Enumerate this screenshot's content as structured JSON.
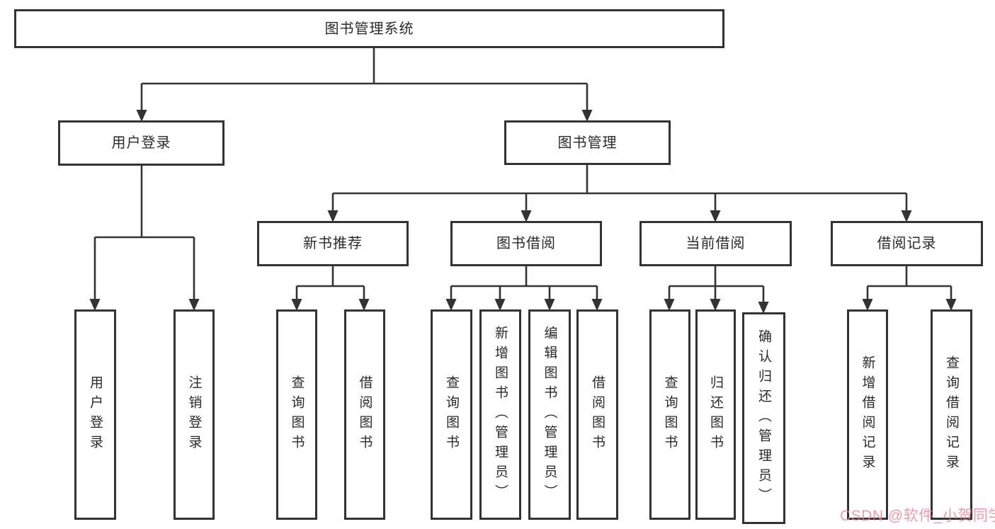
{
  "tree": {
    "root": {
      "label": "图书管理系统",
      "children": [
        {
          "label": "用户登录",
          "children": [
            {
              "label": "用户登录"
            },
            {
              "label": "注销登录"
            }
          ]
        },
        {
          "label": "图书管理",
          "children": [
            {
              "label": "新书推荐",
              "children": [
                {
                  "label": "查询图书"
                },
                {
                  "label": "借阅图书"
                }
              ]
            },
            {
              "label": "图书借阅",
              "children": [
                {
                  "label": "查询图书"
                },
                {
                  "label": "新增图书（管理员）"
                },
                {
                  "label": "编辑图书（管理员）"
                },
                {
                  "label": "借阅图书"
                }
              ]
            },
            {
              "label": "当前借阅",
              "children": [
                {
                  "label": "查询图书"
                },
                {
                  "label": "归还图书"
                },
                {
                  "label": "确认归还（管理员）"
                }
              ]
            },
            {
              "label": "借阅记录",
              "children": [
                {
                  "label": "新增借阅记录"
                },
                {
                  "label": "查询借阅记录"
                }
              ]
            }
          ]
        }
      ]
    }
  },
  "watermark": {
    "text": "CSDN @软件_小贺同学"
  },
  "colors": {
    "line": "#333333",
    "text": "#2a2a2a",
    "background": "#ffffff",
    "watermark": "#e97e93"
  }
}
